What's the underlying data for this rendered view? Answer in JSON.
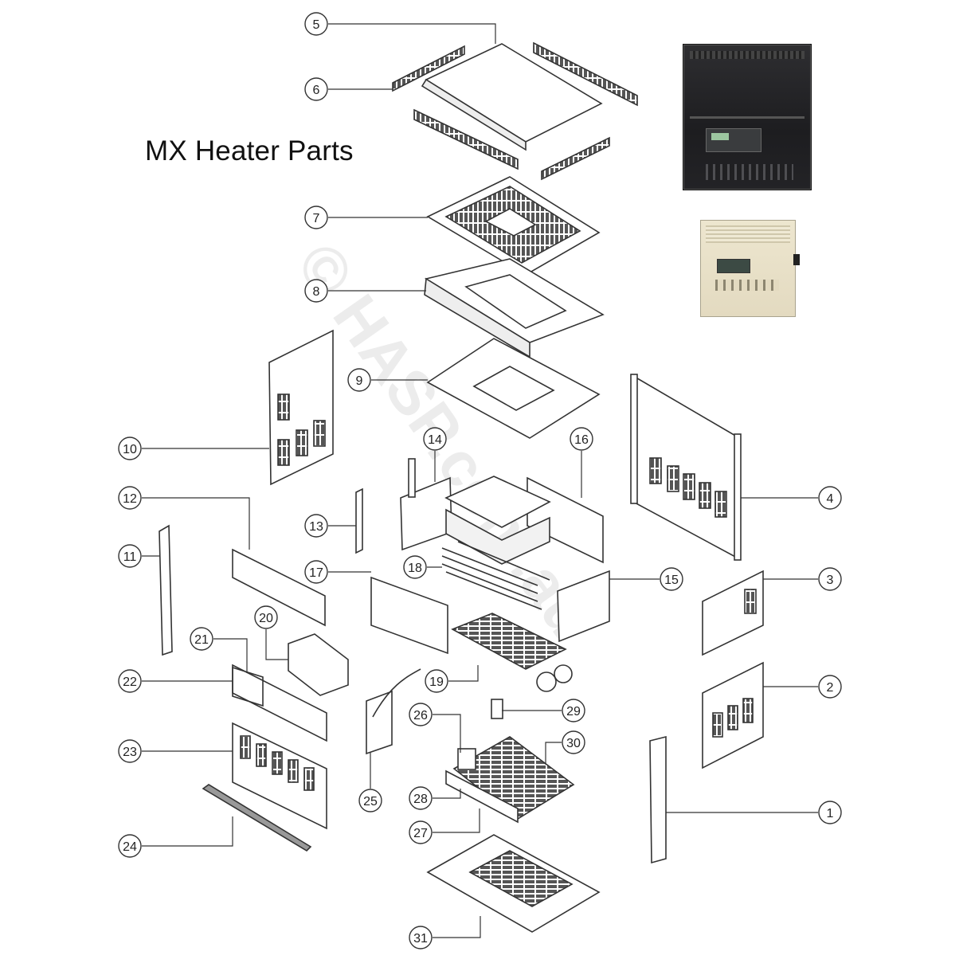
{
  "title": "MX Heater Parts",
  "watermark": "© HASP.com.au",
  "callouts": [
    "1",
    "2",
    "3",
    "4",
    "5",
    "6",
    "7",
    "8",
    "9",
    "10",
    "11",
    "12",
    "13",
    "14",
    "15",
    "16",
    "17",
    "18",
    "19",
    "20",
    "21",
    "22",
    "23",
    "24",
    "25",
    "26",
    "27",
    "28",
    "29",
    "30",
    "31"
  ],
  "colors": {
    "line": "#333333",
    "panel_fill": "#ffffff",
    "grill": "#555555",
    "watermark": "#c9c9c9"
  },
  "photos": [
    "dark-heater-photo",
    "light-heater-photo"
  ]
}
